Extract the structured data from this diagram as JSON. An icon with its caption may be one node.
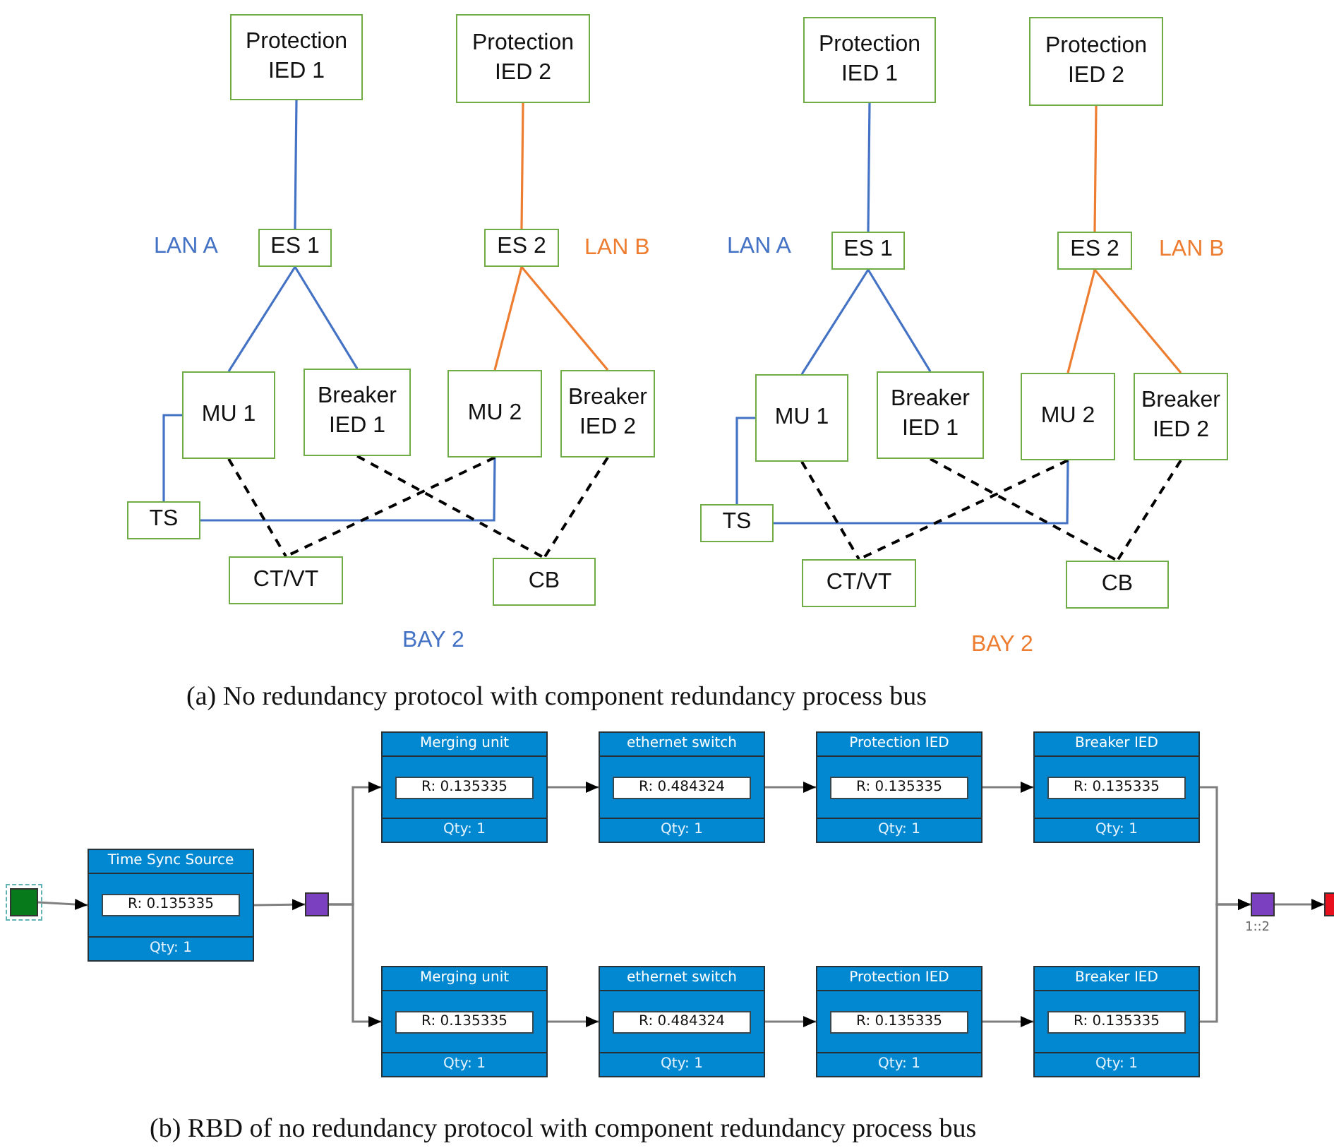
{
  "diagram": {
    "nodes": [
      {
        "text": [
          "Protection IED 1"
        ]
      },
      {
        "text": [
          "Protection IED 2"
        ]
      },
      {
        "text": [
          "ES 1"
        ]
      },
      {
        "text": [
          "ES 2"
        ]
      },
      {
        "text": [
          "MU 1"
        ]
      },
      {
        "text": [
          "Breaker IED 1"
        ]
      },
      {
        "text": [
          "MU 2"
        ]
      },
      {
        "text": [
          "Breaker IED 2"
        ]
      },
      {
        "text": [
          "TS"
        ]
      },
      {
        "text": [
          "CT/VT"
        ]
      },
      {
        "text": [
          "CB"
        ]
      },
      {
        "text": [
          "Protection IED 1"
        ]
      },
      {
        "text": [
          "Protection IED 2"
        ]
      },
      {
        "text": [
          "ES 1"
        ]
      },
      {
        "text": [
          "ES 2"
        ]
      },
      {
        "text": [
          "MU 1"
        ]
      },
      {
        "text": [
          "Breaker IED 1"
        ]
      },
      {
        "text": [
          "MU 2"
        ]
      },
      {
        "text": [
          "Breaker IED 2"
        ]
      },
      {
        "text": [
          "TS"
        ]
      },
      {
        "text": [
          "CT/VT"
        ]
      },
      {
        "text": [
          "CB"
        ]
      },
      {
        "text": [],
        "shape": "box"
      },
      {
        "text": [
          "Time Sync Source",
          "R: 0.135335",
          "Qty: 1"
        ]
      },
      {
        "text": [],
        "shape": "box"
      },
      {
        "text": [
          "Merging unit",
          "R: 0.135335",
          "Qty: 1"
        ]
      },
      {
        "text": [
          "ethernet switch",
          "R: 0.484324",
          "Qty: 1"
        ]
      },
      {
        "text": [
          "Protection IED",
          "R: 0.135335",
          "Qty: 1"
        ]
      },
      {
        "text": [
          "Breaker IED",
          "R: 0.135335",
          "Qty: 1"
        ]
      },
      {
        "text": [
          "Merging unit",
          "R: 0.135335",
          "Qty: 1"
        ]
      },
      {
        "text": [
          "ethernet switch",
          "R: 0.484324",
          "Qty: 1"
        ]
      },
      {
        "text": [
          "Protection IED",
          "R: 0.135335",
          "Qty: 1"
        ]
      },
      {
        "text": [
          "Breaker IED",
          "R: 0.135335",
          "Qty: 1"
        ]
      },
      {
        "text": [],
        "shape": "box",
        "beside": [
          "1::2"
        ]
      },
      {
        "text": [],
        "shape": "box"
      }
    ],
    "edges": [
      {
        "from": 0,
        "to": 2,
        "arrow": "none",
        "color": "#4472c4"
      },
      {
        "from": 1,
        "to": 3,
        "arrow": "none",
        "color": "#ed7d31"
      },
      {
        "from": 2,
        "to": 4,
        "arrow": "none",
        "color": "#4472c4"
      },
      {
        "from": 2,
        "to": 5,
        "arrow": "none",
        "color": "#4472c4"
      },
      {
        "from": 3,
        "to": 6,
        "arrow": "none",
        "color": "#ed7d31"
      },
      {
        "from": 3,
        "to": 7,
        "arrow": "none",
        "color": "#ed7d31"
      },
      {
        "from": 8,
        "to": 4,
        "arrow": "none",
        "color": "#4472c4"
      },
      {
        "from": 8,
        "to": 6,
        "arrow": "none",
        "color": "#4472c4"
      },
      {
        "from": 4,
        "to": 9,
        "arrow": "none",
        "style": "dashed",
        "color": "#000000"
      },
      {
        "from": 6,
        "to": 9,
        "arrow": "none",
        "style": "dashed",
        "color": "#000000"
      },
      {
        "from": 5,
        "to": 10,
        "arrow": "none",
        "style": "dashed",
        "color": "#000000"
      },
      {
        "from": 7,
        "to": 10,
        "arrow": "none",
        "style": "dashed",
        "color": "#000000"
      },
      {
        "from": 11,
        "to": 13,
        "arrow": "none",
        "color": "#4472c4"
      },
      {
        "from": 12,
        "to": 14,
        "arrow": "none",
        "color": "#ed7d31"
      },
      {
        "from": 13,
        "to": 15,
        "arrow": "none",
        "color": "#4472c4"
      },
      {
        "from": 13,
        "to": 16,
        "arrow": "none",
        "color": "#4472c4"
      },
      {
        "from": 14,
        "to": 17,
        "arrow": "none",
        "color": "#ed7d31"
      },
      {
        "from": 14,
        "to": 18,
        "arrow": "none",
        "color": "#ed7d31"
      },
      {
        "from": 19,
        "to": 15,
        "arrow": "none",
        "color": "#4472c4"
      },
      {
        "from": 19,
        "to": 17,
        "arrow": "none",
        "color": "#4472c4"
      },
      {
        "from": 15,
        "to": 20,
        "arrow": "none",
        "style": "dashed",
        "color": "#000000"
      },
      {
        "from": 17,
        "to": 20,
        "arrow": "none",
        "style": "dashed",
        "color": "#000000"
      },
      {
        "from": 16,
        "to": 21,
        "arrow": "none",
        "style": "dashed",
        "color": "#000000"
      },
      {
        "from": 18,
        "to": 21,
        "arrow": "none",
        "style": "dashed",
        "color": "#000000"
      },
      {
        "from": 22,
        "to": 23,
        "arrow": "to"
      },
      {
        "from": 23,
        "to": 24,
        "arrow": "to"
      },
      {
        "from": 24,
        "to": 25,
        "arrow": "to"
      },
      {
        "from": 24,
        "to": 29,
        "arrow": "to"
      },
      {
        "from": 25,
        "to": 26,
        "arrow": "to"
      },
      {
        "from": 26,
        "to": 27,
        "arrow": "to"
      },
      {
        "from": 27,
        "to": 28,
        "arrow": "to"
      },
      {
        "from": 29,
        "to": 30,
        "arrow": "to"
      },
      {
        "from": 30,
        "to": 31,
        "arrow": "to"
      },
      {
        "from": 31,
        "to": 32,
        "arrow": "to"
      },
      {
        "from": 28,
        "to": 33,
        "arrow": "to"
      },
      {
        "from": 32,
        "to": 33,
        "arrow": "to"
      },
      {
        "from": 33,
        "to": 34,
        "arrow": "to"
      }
    ],
    "labels": [
      "LAN A",
      "LAN B",
      "LAN A",
      "LAN B",
      "BAY 2",
      "BAY 2",
      "(a) No redundancy protocol with component redundancy process bus",
      "(b) RBD of no redundancy protocol with component redundancy process bus"
    ]
  }
}
